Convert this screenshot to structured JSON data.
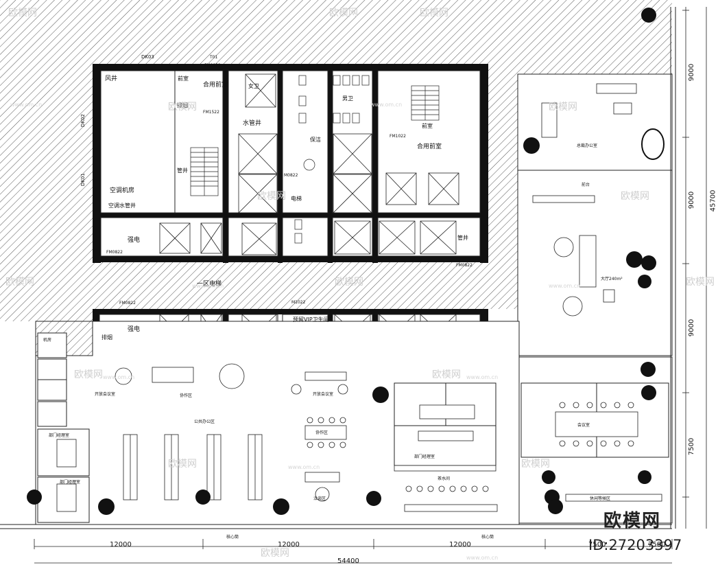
{
  "rooms": {
    "feng_jing": "风井",
    "qian_shi": "前室",
    "he_yong_qian_shi_1": "合用前室",
    "guan_jing_left": "管井",
    "kong_tiao_ji_fang": "空调机房",
    "kong_tiao_shui_guan_jing": "空调水管井",
    "qiang_dian_1": "强电",
    "qiang_dian_2": "强电",
    "pai_yan_1": "排烟",
    "pai_yan_2": "排烟",
    "shui_guan_jing": "水管井",
    "nv_wei": "女卫",
    "nan_wei": "男卫",
    "bao_jie": "保洁",
    "dian_ti_qian_shi": "电梯",
    "he_yong_qian_shi_2": "合用前室",
    "qian_shi_2": "前室",
    "guan_jing_right": "管井",
    "jin_ji_weisheng": "预留VIP卫生间",
    "yi_qu_dian_ti": "一区电梯",
    "zong_cai_ban_gong_shi": "总裁办公室",
    "qian_tai": "前台",
    "da_ting": "大厅240m²",
    "ji_fang": "机房",
    "kai_fang_hui_yi_shi_1": "开放会议室",
    "xie_zuo_qu_1": "协作区",
    "kai_fang_hui_yi_shi_2": "开放会议室",
    "gong_gong_ban_gong_qu": "公共办公区",
    "xie_zuo_qu_2": "协作区",
    "bu_men_jing_li_1": "部门经理室",
    "bu_men_jing_li_2": "部门经理室",
    "bu_men_jing_li_3": "部门经理室",
    "qia_tan_qu": "洽谈区",
    "cha_shui_jian": "茶水间",
    "hui_yi_shi": "会议室",
    "xiu_xian_qu": "休闲等候区"
  },
  "codes": {
    "dk03": "DK03",
    "dk02": "DK02",
    "dk01": "DK01",
    "fm0822_1": "FM0822",
    "fm1522_1": "FM1522",
    "fm0822_2": "FM0822",
    "fm0822_3": "FM0822",
    "fm0822_4": "FM0822",
    "fm1022": "FM1022",
    "m0822_1": "M0822",
    "m1022": "M1022",
    "t01": "T01"
  },
  "dimensions": {
    "bottom_1": "12000",
    "bottom_2": "12000",
    "bottom_3": "12000",
    "bottom_4": "7500",
    "bottom_5": "7500",
    "bottom_total": "54400",
    "right_1": "9000",
    "right_2": "9000",
    "right_3": "9000",
    "right_4": "7500",
    "right_total": "45700"
  },
  "axis_marks": {
    "a1": "核心筒",
    "a2": "核心筒"
  },
  "watermark": {
    "brand": "欧模网",
    "id": "ID:27203397",
    "tile": "欧模网",
    "url": "www.om.cn"
  }
}
